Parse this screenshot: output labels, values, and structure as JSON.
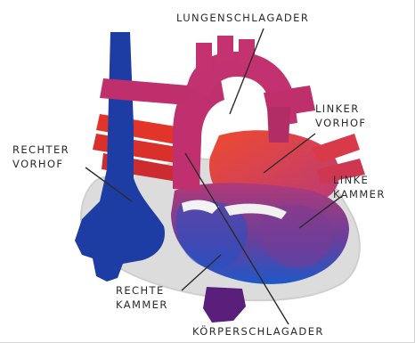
{
  "labels": {
    "lungenschlagader": "LUNGENSCHLAGADER",
    "linker_vorhof": [
      "LINKER",
      "VORHOF"
    ],
    "rechter_vorhof": [
      "RECHTER",
      "VORHOF"
    ],
    "linke_kammer": [
      "LINKE",
      "KAMMER"
    ],
    "rechte_kammer": [
      "RECHTE",
      "KAMMER"
    ],
    "koerperschlagader": "KÖRPERSCHLAGADER"
  },
  "colors": {
    "oxygen_poor_blue": "#1f3fa0",
    "oxygen_rich_red": "#e8322a",
    "aorta_magenta": "#c0306e",
    "wall_grey": "#d9d9d9",
    "septum_purple": "#5a1f7a"
  }
}
